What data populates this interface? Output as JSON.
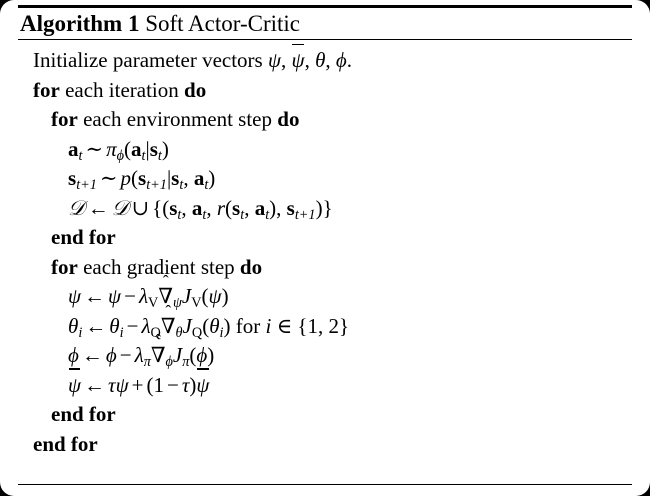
{
  "document": {
    "type": "algorithm-block",
    "title_label": "Algorithm 1",
    "title_name": "Soft Actor-Critic",
    "rules": [
      "top-thick",
      "under-title-thin",
      "bottom-thin"
    ]
  },
  "lines": [
    {
      "id": "init",
      "indent": 1,
      "text": "Initialize parameter vectors ψ, ψ̄, θ, ϕ."
    },
    {
      "id": "for-iter",
      "indent": 1,
      "text": "for each iteration do"
    },
    {
      "id": "for-env",
      "indent": 2,
      "text": "for each environment step do"
    },
    {
      "id": "sample-a",
      "indent": 3,
      "text": "a_t ~ π_ϕ(a_t|s_t)"
    },
    {
      "id": "sample-s",
      "indent": 3,
      "text": "s_{t+1} ~ p(s_{t+1}|s_t, a_t)"
    },
    {
      "id": "buffer",
      "indent": 3,
      "text": "D ← D ∪ {(s_t, a_t, r(s_t, a_t), s_{t+1})}"
    },
    {
      "id": "end-for-env",
      "indent": 2,
      "text": "end for"
    },
    {
      "id": "for-grad",
      "indent": 2,
      "text": "for each gradient step do"
    },
    {
      "id": "upd-psi",
      "indent": 3,
      "text": "ψ ← ψ − λ_V ∇̂_ψ J_V(ψ)"
    },
    {
      "id": "upd-theta",
      "indent": 3,
      "text": "θ_i ← θ_i − λ_Q ∇̂_{θ_i} J_Q(θ_i) for i ∈ {1, 2}"
    },
    {
      "id": "upd-phi",
      "indent": 3,
      "text": "ϕ ← ϕ − λ_π ∇̂_ϕ J_π(ϕ)"
    },
    {
      "id": "upd-target",
      "indent": 3,
      "text": "ψ̄ ← τψ + (1 − τ)ψ̄"
    },
    {
      "id": "end-for-grad",
      "indent": 2,
      "text": "end for"
    },
    {
      "id": "end-for-iter",
      "indent": 1,
      "text": "end for"
    }
  ],
  "text": {
    "init_prefix": "Initialize parameter vectors ",
    "init_suffix": ".",
    "for": "for",
    "do": "do",
    "end_for": "end for",
    "each_iteration": " each iteration ",
    "each_environment_step": " each environment step ",
    "each_gradient_step": " each gradient step ",
    "for_plain": "for",
    "in_set": "∈",
    "set_one_two": "{1, 2}"
  },
  "symbols": {
    "psi": "ψ",
    "psi_bar": "ψ",
    "theta": "θ",
    "phi": "ϕ",
    "pi": "π",
    "lambda": "λ",
    "tau": "τ",
    "nabla": "∇",
    "hat": "ˆ",
    "arrow_left": "←",
    "sim": "∼",
    "union": "∪",
    "minus": "−",
    "plus": "+",
    "comma": ",",
    "D_cal": "𝒟",
    "bold_a": "a",
    "bold_s": "s",
    "t": "t",
    "t_plus_1": "t+1",
    "i": "i",
    "V": "V",
    "Q": "Q",
    "J": "J",
    "p": "p",
    "r": "r"
  },
  "colors": {
    "page_background": "#ffffff",
    "ink": "#000000",
    "frame": "#000000"
  }
}
